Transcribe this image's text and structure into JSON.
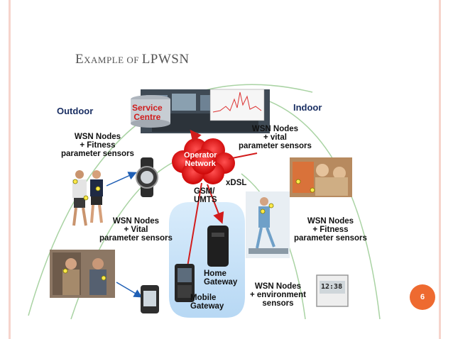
{
  "slide": {
    "title_first_letter": "E",
    "title_rest_1": "XAMPLE ",
    "title_of": "OF ",
    "title_last": "LPWSN",
    "page_number": "6"
  },
  "diagram": {
    "outdoor": "Outdoor",
    "indoor": "Indoor",
    "service_centre": [
      "Service",
      "Centre"
    ],
    "operator_network": [
      "Operator",
      "Network"
    ],
    "gsm_umts": [
      "GSM/",
      "UMTS"
    ],
    "xdsl": "xDSL",
    "home_gateway": [
      "Home",
      "Gateway"
    ],
    "mobile_gateway": [
      "Mobile",
      "Gateway"
    ],
    "wsn_fitness_top": [
      "WSN Nodes",
      "+ Fitness",
      "parameter sensors"
    ],
    "wsn_vital_top": [
      "WSN Nodes",
      "+ vital",
      "parameter sensors"
    ],
    "wsn_vital_bottom": [
      "WSN Nodes",
      "+ Vital",
      "parameter sensors"
    ],
    "wsn_fitness_right": [
      "WSN Nodes",
      "+ Fitness",
      "parameter sensors"
    ],
    "wsn_environment": [
      "WSN Nodes",
      "+ environment",
      "sensors"
    ],
    "clock_display": "12:38"
  }
}
